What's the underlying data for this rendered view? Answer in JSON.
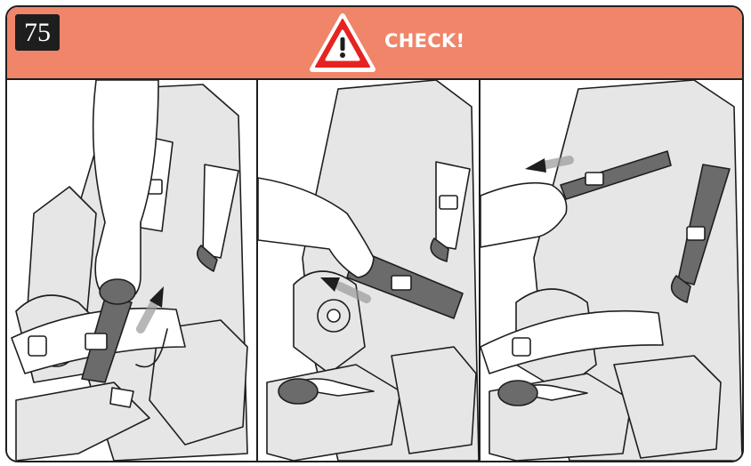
{
  "header": {
    "step_number": "75",
    "warning_icon": "warning-triangle-icon",
    "title": "CHECK!"
  },
  "panels": [
    {
      "id": "panel-1",
      "description_icon": "hand-pull-buckle-up-icon"
    },
    {
      "id": "panel-2",
      "description_icon": "hand-pull-strap-left-icon"
    },
    {
      "id": "panel-3",
      "description_icon": "hand-pull-strap-away-icon"
    }
  ],
  "colors": {
    "banner": "#f08569",
    "outline": "#1e1e1e",
    "seat_shell": "#e6e6e6",
    "strap_dark": "#6b6b6b",
    "warning_red": "#e52421"
  }
}
